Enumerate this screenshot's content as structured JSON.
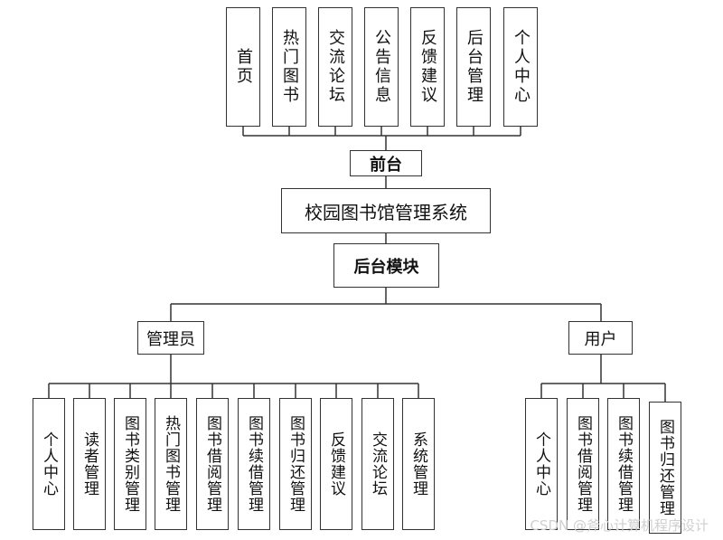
{
  "frontend": {
    "pages": [
      "首页",
      "热门图书",
      "交流论坛",
      "公告信息",
      "反馈建议",
      "后台管理",
      "个人中心"
    ],
    "label": "前台"
  },
  "system_title": "校园图书馆管理系统",
  "backend_label": "后台模块",
  "admin": {
    "label": "管理员",
    "modules": [
      "个人中心",
      "读者管理",
      "图书类别管理",
      "热门图书管理",
      "图书借阅管理",
      "图书续借管理",
      "图书归还管理",
      "反馈建议",
      "交流论坛",
      "系统管理"
    ]
  },
  "user": {
    "label": "用户",
    "modules": [
      "个人中心",
      "图书借阅管理",
      "图书续借管理",
      "图书归还管理"
    ]
  },
  "watermark": "CSDN @斧心计算机程序设计"
}
